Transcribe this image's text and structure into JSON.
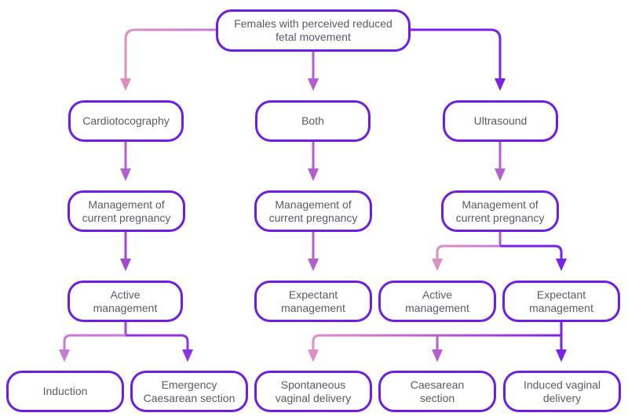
{
  "diagram": {
    "type": "flowchart",
    "colors": {
      "node_border": "#6e1ee0",
      "text": "#5a5a66",
      "edge_pink": "#dd8fc2",
      "edge_mid": "#b45ed0",
      "edge_violet": "#7a22e6"
    },
    "nodes": [
      {
        "id": "root",
        "label": "Females with perceived reduced\nfetal movement"
      },
      {
        "id": "ctg",
        "label": "Cardiotocography"
      },
      {
        "id": "both",
        "label": "Both"
      },
      {
        "id": "us",
        "label": "Ultrasound"
      },
      {
        "id": "mgmt_ctg",
        "label": "Management of\ncurrent pregnancy"
      },
      {
        "id": "mgmt_both",
        "label": "Management of\ncurrent pregnancy"
      },
      {
        "id": "mgmt_us",
        "label": "Management of\ncurrent pregnancy"
      },
      {
        "id": "active_ctg",
        "label": "Active\nmanagement"
      },
      {
        "id": "expectant_both",
        "label": "Expectant\nmanagement"
      },
      {
        "id": "active_us",
        "label": "Active\nmanagement"
      },
      {
        "id": "expectant_us",
        "label": "Expectant\nmanagement"
      },
      {
        "id": "induction",
        "label": "Induction"
      },
      {
        "id": "emergency_cs",
        "label": "Emergency\nCaesarean section"
      },
      {
        "id": "svd",
        "label": "Spontaneous\nvaginal delivery"
      },
      {
        "id": "cs",
        "label": "Caesarean\nsection"
      },
      {
        "id": "ivd",
        "label": "Induced vaginal\ndelivery"
      }
    ],
    "edges": [
      {
        "from": "root",
        "to": "ctg"
      },
      {
        "from": "root",
        "to": "both"
      },
      {
        "from": "root",
        "to": "us"
      },
      {
        "from": "ctg",
        "to": "mgmt_ctg"
      },
      {
        "from": "both",
        "to": "mgmt_both"
      },
      {
        "from": "us",
        "to": "mgmt_us"
      },
      {
        "from": "mgmt_ctg",
        "to": "active_ctg"
      },
      {
        "from": "mgmt_both",
        "to": "expectant_both"
      },
      {
        "from": "mgmt_us",
        "to": "active_us"
      },
      {
        "from": "mgmt_us",
        "to": "expectant_us"
      },
      {
        "from": "active_ctg",
        "to": "induction"
      },
      {
        "from": "active_ctg",
        "to": "emergency_cs"
      },
      {
        "from": "expectant_us",
        "to": "svd"
      },
      {
        "from": "expectant_us",
        "to": "cs"
      },
      {
        "from": "expectant_us",
        "to": "ivd"
      }
    ]
  }
}
